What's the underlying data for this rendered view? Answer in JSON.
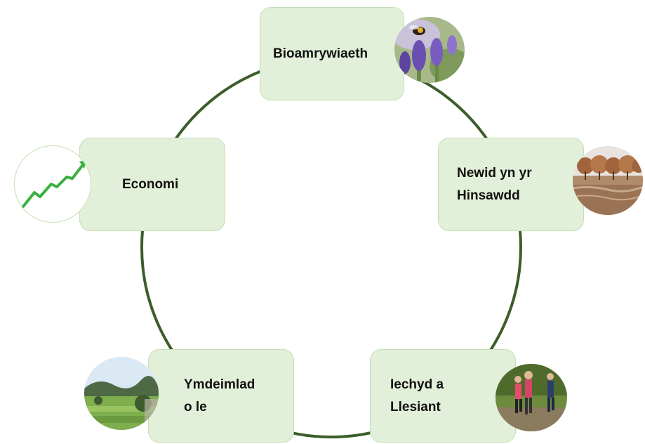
{
  "diagram": {
    "nodes": [
      {
        "id": "biodiversity",
        "label": "Bioamrywiaeth",
        "icon": "lavender-bee-photo"
      },
      {
        "id": "climate",
        "label": "Newid yn yr\nHinsawdd",
        "icon": "flooded-river-trees-photo"
      },
      {
        "id": "health",
        "label": "Iechyd a\nLlesiant",
        "icon": "runners-photo"
      },
      {
        "id": "place",
        "label": "Ymdeimlad\no le",
        "icon": "green-valley-landscape-photo"
      },
      {
        "id": "economy",
        "label": "Economi",
        "icon": "rising-trend-arrow-icon"
      }
    ],
    "colors": {
      "node_fill": "#e2efd9",
      "node_border": "#c5dfb4",
      "ring": "#3b5e2b",
      "arrow": "#3ab03e"
    }
  }
}
